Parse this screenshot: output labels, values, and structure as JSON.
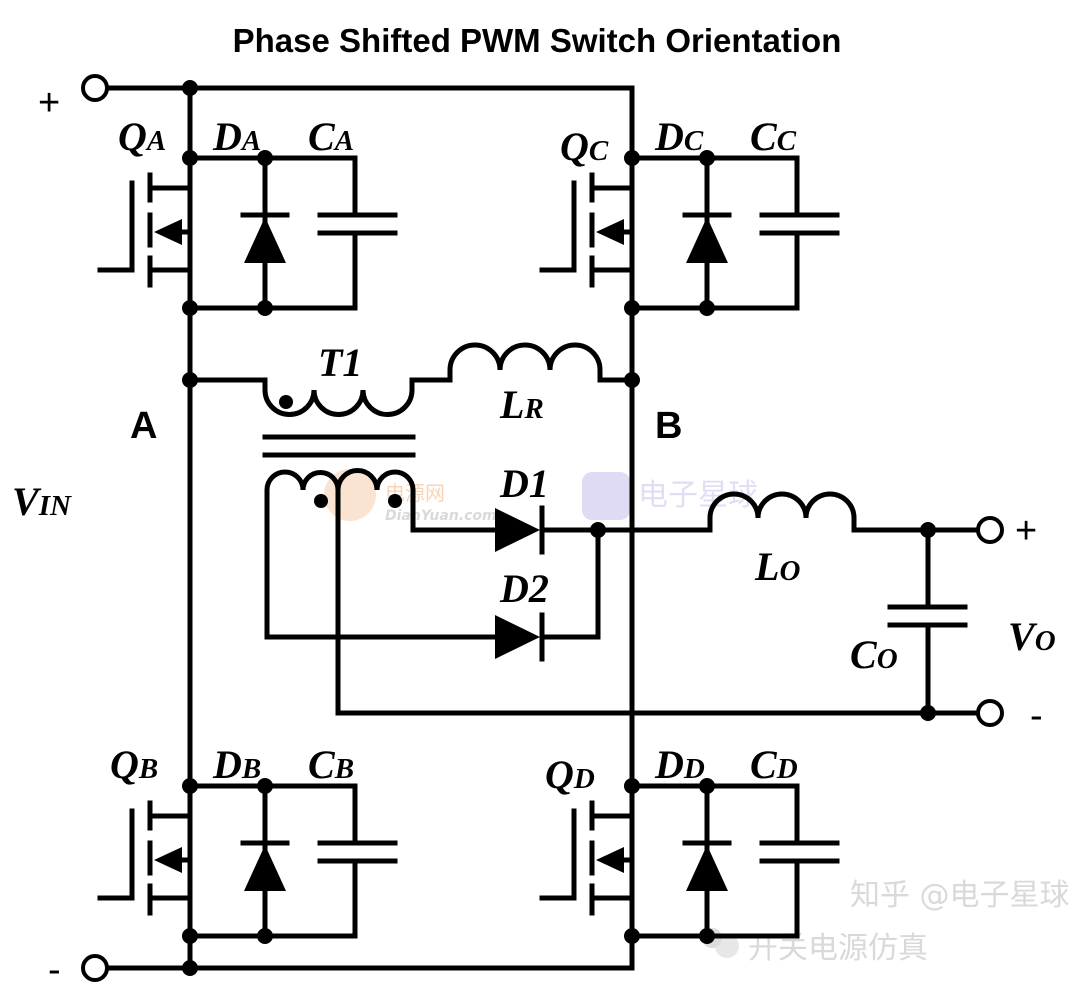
{
  "title": "Phase Shifted PWM Switch Orientation",
  "terminals": {
    "vin_plus": "+",
    "vin_minus": "-",
    "vo_plus": "+",
    "vo_minus": "-"
  },
  "nodes": {
    "a": "A",
    "b": "B"
  },
  "labels": {
    "qa": {
      "main": "Q",
      "sub": "A"
    },
    "da": {
      "main": "D",
      "sub": "A"
    },
    "ca": {
      "main": "C",
      "sub": "A"
    },
    "qb": {
      "main": "Q",
      "sub": "B"
    },
    "db": {
      "main": "D",
      "sub": "B"
    },
    "cb": {
      "main": "C",
      "sub": "B"
    },
    "qc": {
      "main": "Q",
      "sub": "C"
    },
    "dc": {
      "main": "D",
      "sub": "C"
    },
    "cc": {
      "main": "C",
      "sub": "C"
    },
    "qd": {
      "main": "Q",
      "sub": "D"
    },
    "dd": {
      "main": "D",
      "sub": "D"
    },
    "cd": {
      "main": "C",
      "sub": "D"
    },
    "t1": "T1",
    "lr": {
      "main": "L",
      "sub": "R"
    },
    "d1": "D1",
    "d2": "D2",
    "lo": {
      "main": "L",
      "sub": "O"
    },
    "co": {
      "main": "C",
      "sub": "O"
    },
    "vo": {
      "main": "V",
      "sub": "O"
    },
    "vin": {
      "main": "V",
      "sub": "IN"
    }
  },
  "watermarks": {
    "dianyuan_cn": "电源网",
    "dianyuan_en": "DianYuan.com",
    "dianzi": "电子星球",
    "wechat": "开关电源仿真",
    "zhihu": "知乎 @电子星球"
  },
  "colors": {
    "ink": "#000000",
    "watermark_orange": "#f2b27a",
    "watermark_purple": "#c9c3ee"
  }
}
